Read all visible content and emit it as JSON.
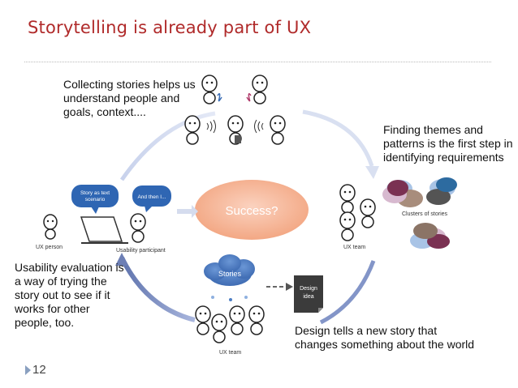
{
  "slide": {
    "title": "Storytelling is already part of UX",
    "page_number": "12"
  },
  "texts": {
    "collecting": "Collecting stories helps us\nunderstand people and\ngoals, context....",
    "finding": "Finding themes and\npatterns is the first step in\nidentifying requirements",
    "usability": "Usability evaluation is\na way of trying the\nstory out to see if it\nworks for other\npeople, too.",
    "design": "Design tells a new story that\nchanges something about the world"
  },
  "center": {
    "label": "Success?"
  },
  "bubbles": {
    "story_text": "Story as text\nscenario",
    "and_then": "And then I..."
  },
  "labels": {
    "ux_person": "UX person",
    "usability_participant": "Usability participant",
    "ux_team_right": "UX team",
    "clusters": "Clusters of stories",
    "stories": "Stories",
    "design_idea": "Design\nidea",
    "ux_team_bottom": "UX team"
  },
  "colors": {
    "title": "#b02a2a",
    "center_fill": "#f5b99c",
    "cycle_arrow_light": "#d7def0",
    "cycle_arrow_dark": "#6d7fb5",
    "bubble_blue": "#2f66b3",
    "stories_cloud": "#4d7ec4"
  }
}
